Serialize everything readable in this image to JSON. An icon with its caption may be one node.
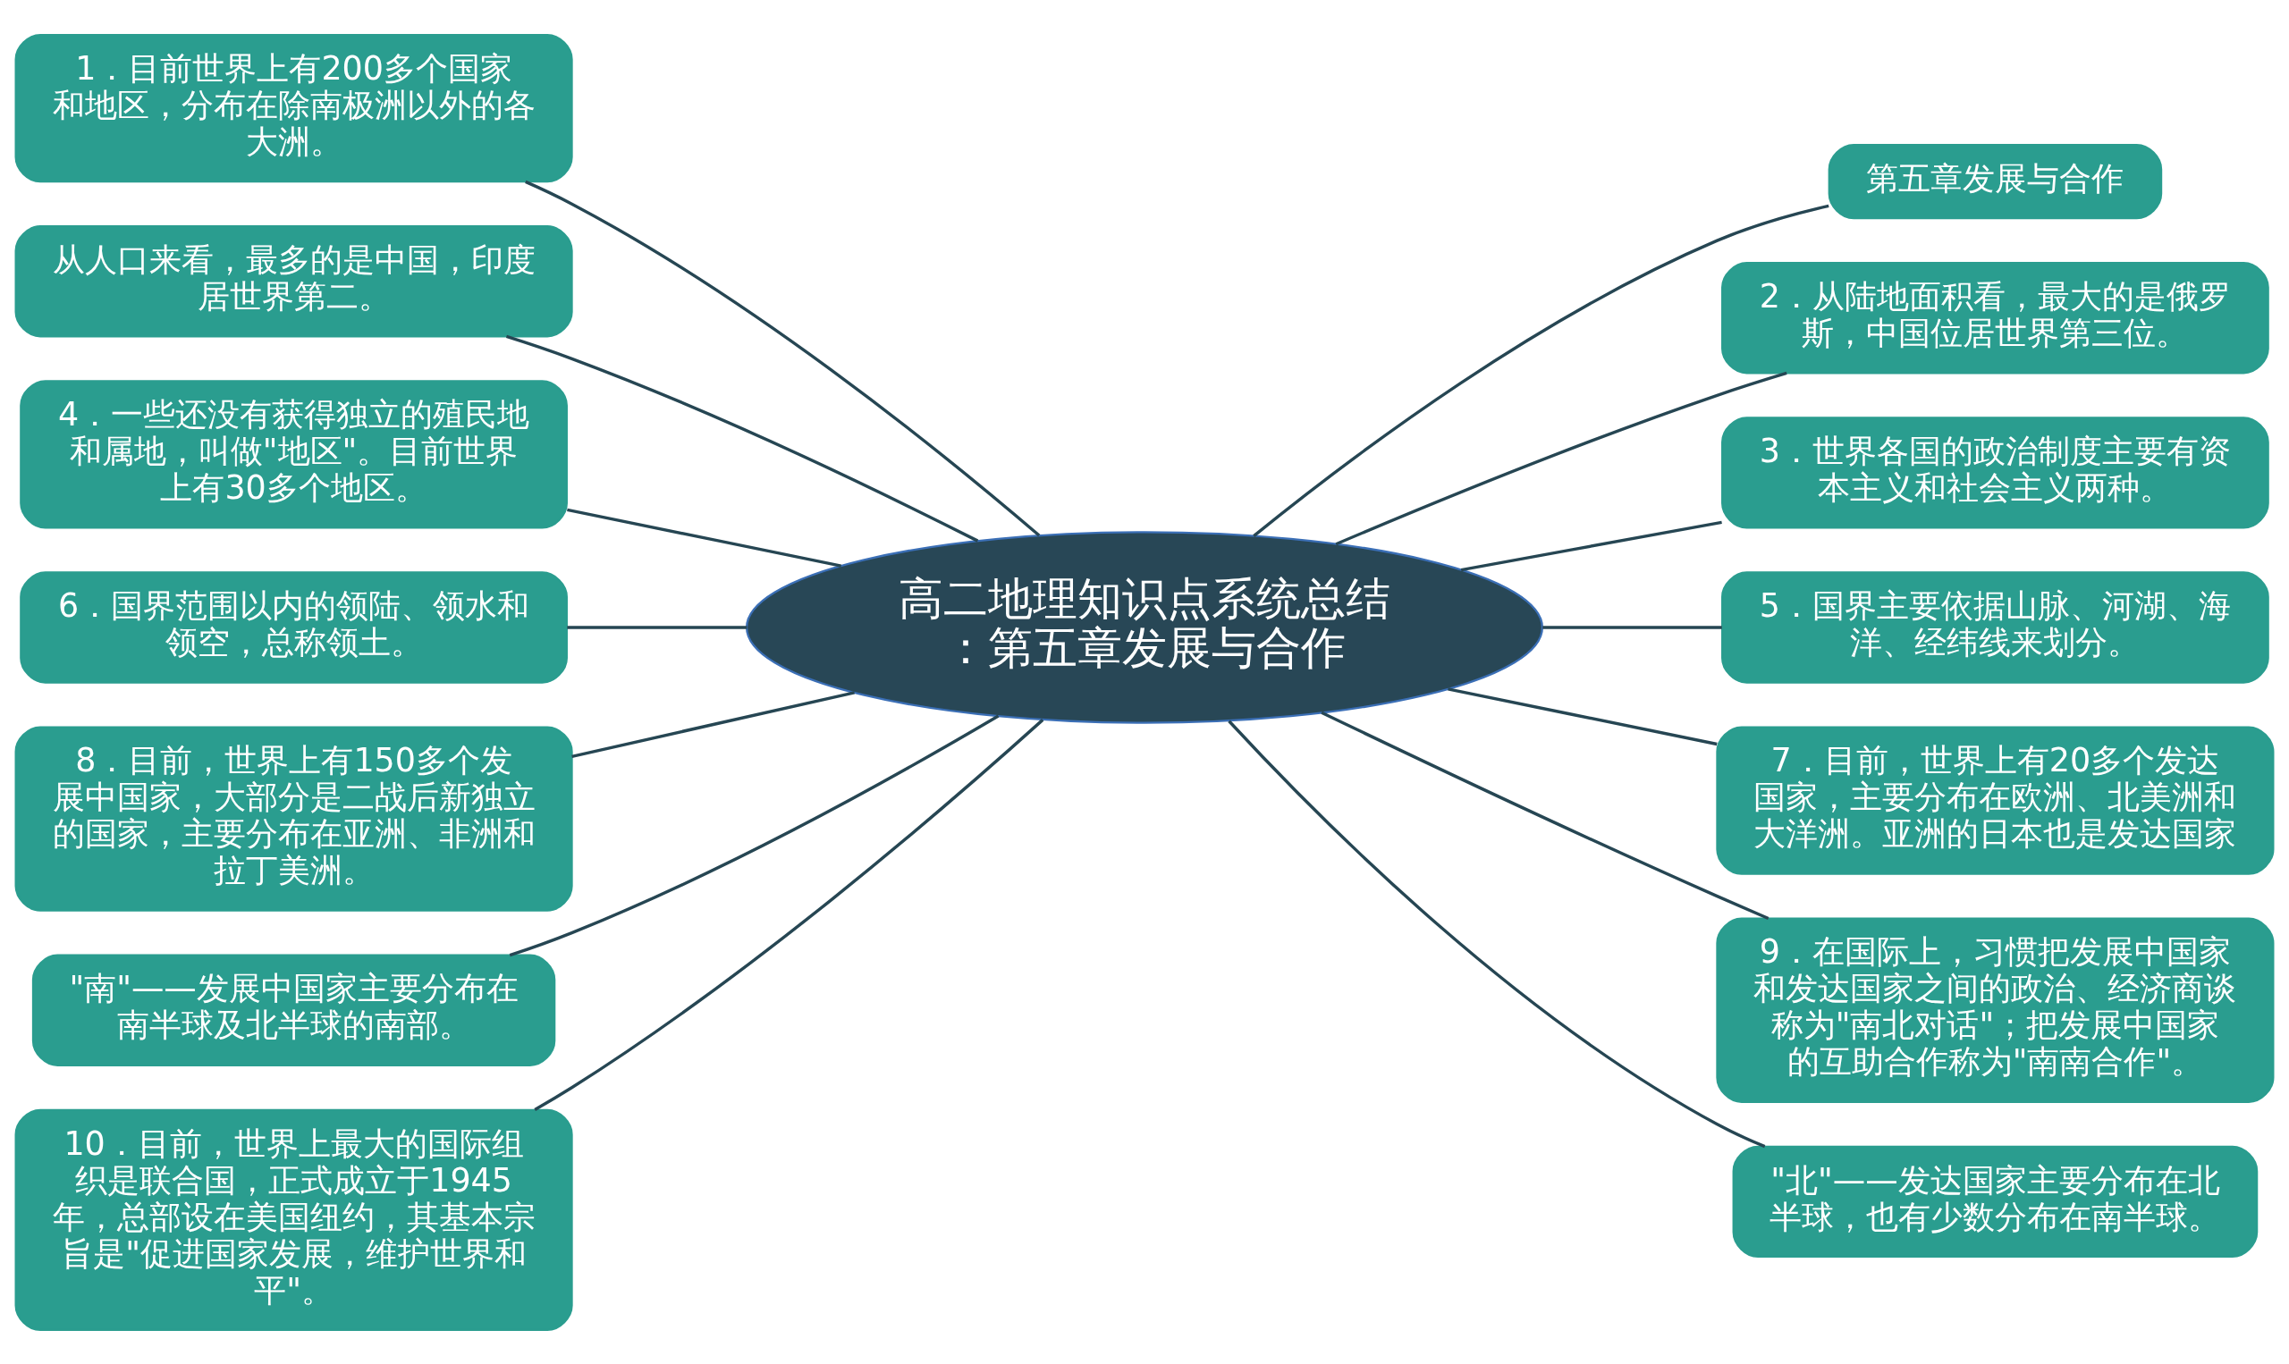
{
  "diagram": {
    "nodes": [
      {
        "text": [
          "高二地理知识点系统总结：第五章发展与合作"
        ]
      },
      {
        "text": [
          "1．目前世界上有200多个国家和地区，分布在除南极洲以外的各大洲。"
        ]
      },
      {
        "text": [
          "从人口来看，最多的是中国，印度居世界第二。"
        ]
      },
      {
        "text": [
          "4．一些还没有获得独立的殖民地和属地，叫做\"地区\"。目前世界上有30多个地区。"
        ]
      },
      {
        "text": [
          "6．国界范围以内的领陆、领水和领空，总称领土。"
        ]
      },
      {
        "text": [
          "8．目前，世界上有150多个发展中国家，大部分是二战后新独立的国家，主要分布在亚洲、非洲和拉丁美洲。"
        ]
      },
      {
        "text": [
          "\"南\"——发展中国家主要分布在南半球及北半球的南部。"
        ]
      },
      {
        "text": [
          "10．目前，世界上最大的国际组织是联合国，正式成立于1945年，总部设在美国纽约，其基本宗旨是\"促进国家发展，维护世界和平\"。"
        ]
      },
      {
        "text": [
          "第五章发展与合作"
        ]
      },
      {
        "text": [
          "2．从陆地面积看，最大的是俄罗斯，中国位居世界第三位。"
        ]
      },
      {
        "text": [
          "3．世界各国的政治制度主要有资本主义和社会主义两种。"
        ]
      },
      {
        "text": [
          "5．国界主要依据山脉、河湖、海洋、经纬线来划分。"
        ]
      },
      {
        "text": [
          "7．目前，世界上有20多个发达国家，主要分布在欧洲、北美洲和大洋洲。亚洲的日本也是发达国家"
        ]
      },
      {
        "text": [
          "9．在国际上，习惯把发展中国家和发达国家之间的政治、经济商谈称为\"南北对话\"；把发展中国家的互助合作称为\"南南合作\"。"
        ]
      },
      {
        "text": [
          "\"北\"——发达国家主要分布在北半球，也有少数分布在南半球。"
        ]
      }
    ],
    "edges": [
      {
        "from": 0,
        "to": 1,
        "arrow": "none"
      },
      {
        "from": 0,
        "to": 2,
        "arrow": "none"
      },
      {
        "from": 0,
        "to": 3,
        "arrow": "none"
      },
      {
        "from": 0,
        "to": 4,
        "arrow": "none"
      },
      {
        "from": 0,
        "to": 5,
        "arrow": "none"
      },
      {
        "from": 0,
        "to": 6,
        "arrow": "none"
      },
      {
        "from": 0,
        "to": 7,
        "arrow": "none"
      },
      {
        "from": 0,
        "to": 8,
        "arrow": "none"
      },
      {
        "from": 0,
        "to": 9,
        "arrow": "none"
      },
      {
        "from": 0,
        "to": 10,
        "arrow": "none"
      },
      {
        "from": 0,
        "to": 11,
        "arrow": "none"
      },
      {
        "from": 0,
        "to": 12,
        "arrow": "none"
      },
      {
        "from": 0,
        "to": 13,
        "arrow": "none"
      },
      {
        "from": 0,
        "to": 14,
        "arrow": "none"
      }
    ]
  }
}
